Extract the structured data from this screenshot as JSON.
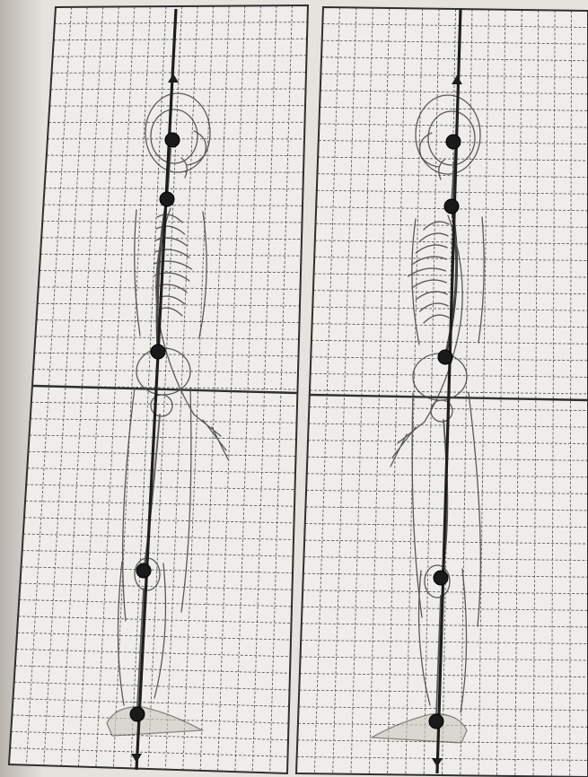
{
  "figure": {
    "panels": [
      {
        "facing": "right",
        "joint_markers": [
          "ear",
          "shoulder",
          "hip",
          "knee",
          "ankle"
        ]
      },
      {
        "facing": "left",
        "joint_markers": [
          "ear",
          "shoulder",
          "hip",
          "knee",
          "ankle"
        ]
      }
    ]
  },
  "colors": {
    "paper": "#eeede9",
    "grid": "#2f2f2f",
    "plumb_line": "#1e1e1e",
    "sketch": "#4a4a4a",
    "shadow": "#cfcac4"
  }
}
